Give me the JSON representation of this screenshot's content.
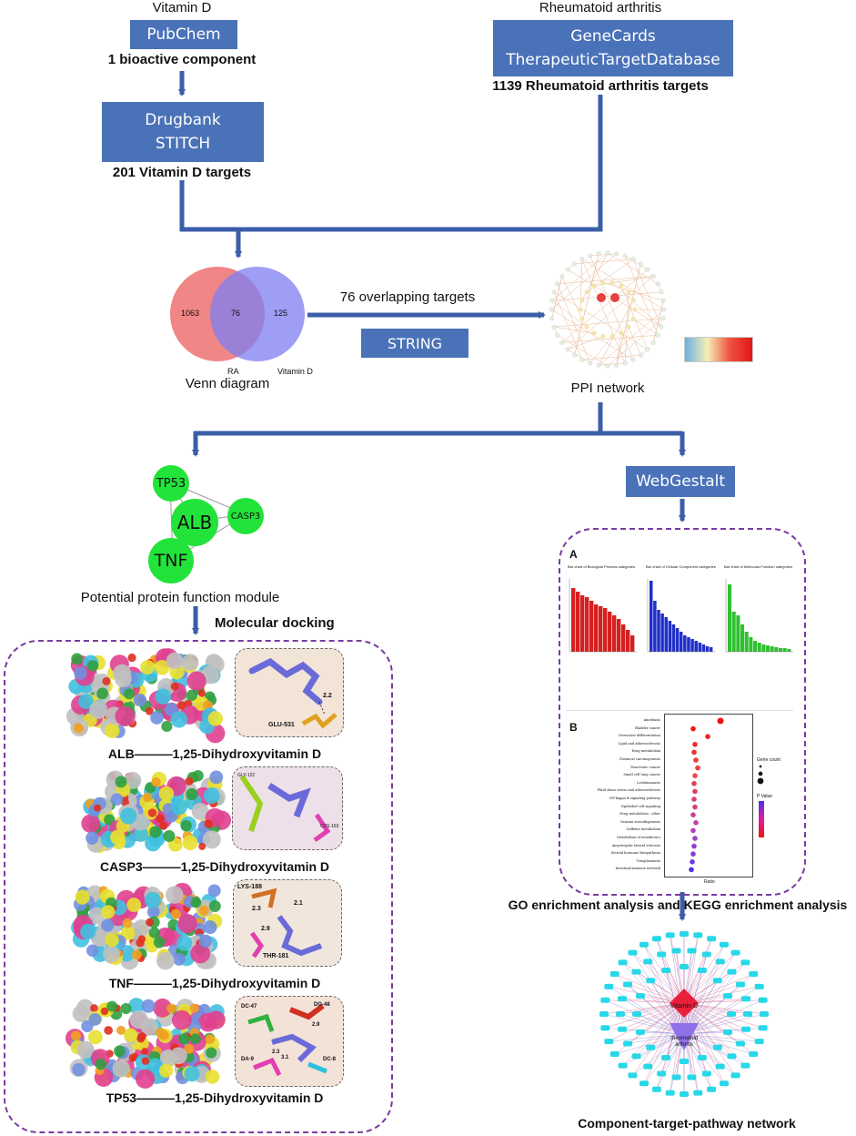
{
  "top": {
    "vitd_label": "Vitamin D",
    "pubchem": "PubChem",
    "bioactive": "1 bioactive component",
    "drugbank": "Drugbank",
    "stitch": "STITCH",
    "vitd_targets": "201 Vitamin D targets",
    "ra_label": "Rheumatoid arthritis",
    "genecards": "GeneCards",
    "ttd": "TherapeuticTargetDatabase",
    "ra_targets": "1139 Rheumatoid arthritis targets"
  },
  "venn": {
    "left_value": "1063",
    "overlap_value": "76",
    "right_value": "125",
    "left_label": "RA",
    "right_label": "Vitamin D",
    "caption": "Venn diagram"
  },
  "middle": {
    "overlap_text": "76 overlapping targets",
    "string": "STRING",
    "ppi_caption": "PPI network"
  },
  "module": {
    "nodes": [
      "TP53",
      "ALB",
      "CASP3",
      "TNF"
    ],
    "caption": "Potential protein function module",
    "docking": "Molecular docking"
  },
  "docking_panel": {
    "items": [
      {
        "caption": "ALB———1,25-Dihydroxyvitamin D",
        "labels": [
          "2.2",
          "GLU-531"
        ]
      },
      {
        "caption": "CASP3———1,25-Dihydroxyvitamin D",
        "labels": [
          "GLY-122",
          "CYS-163"
        ]
      },
      {
        "caption": "TNF———1,25-Dihydroxyvitamin D",
        "labels": [
          "LYS-188",
          "2.3",
          "2.1",
          "2.9",
          "THR-181"
        ]
      },
      {
        "caption": "TP53———1,25-Dihydroxyvitamin D",
        "labels": [
          "DC-47",
          "DG-48",
          "2.9",
          "2.3",
          "DA-9",
          "3.1",
          "DC-8"
        ]
      }
    ]
  },
  "right": {
    "webgestalt": "WebGestalt",
    "panel_a_letter": "A",
    "panel_b_letter": "B",
    "bar_titles": [
      "Bar chart of Biological Process categories",
      "Bar chart of Cellular Component categories",
      "Bar chart of Molecular Function categories"
    ],
    "kegg_terms": [
      "Amebiasis",
      "Bladder cancer",
      "Osteoclast differentiation",
      "Lipid and atherosclerosis",
      "Drug metabolism",
      "Chemical carcinogenesis",
      "Pancreatic cancer",
      "Small cell lung cancer",
      "Leishmaniasis",
      "Fluid shear stress and atherosclerosis",
      "NF-kappa B signaling pathway",
      "Epithelial cell signaling",
      "Drug metabolism - other",
      "Ovarian steroidogenesis",
      "Caffeine metabolism",
      "Metabolism of xenobiotics",
      "Amyotrophic lateral sclerosis",
      "Steroid hormone biosynthesis",
      "Toxoplasmosis",
      "Intestinal immune network"
    ],
    "legend_count_title": "Gene count",
    "legend_pvalue_title": "P Value",
    "xaxis_label": "Ratio",
    "go_caption": "GO enrichment analysis and KEGG enrichment analysis",
    "network_center_top": "Vitamin D",
    "network_center_bottom": "rheumatoid arthritis",
    "network_caption": "Component-target-pathway network"
  },
  "colors": {
    "box": "#4a72b8",
    "arrow": "#3b5ea8",
    "venn_left": "#f08080",
    "venn_right": "#8080f0",
    "node_green": "#22e33a",
    "dash": "#7a3aa0"
  }
}
